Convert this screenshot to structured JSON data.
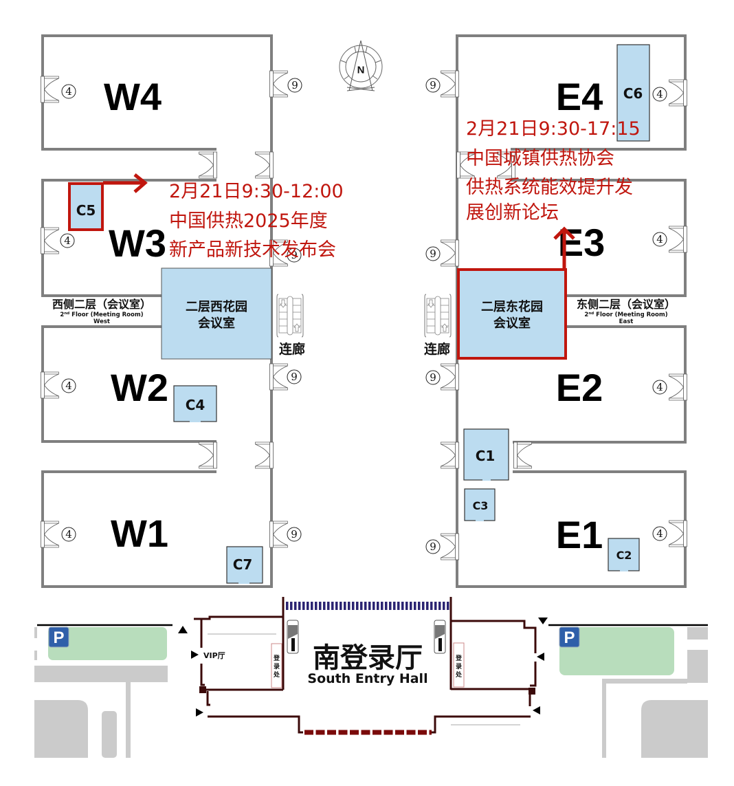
{
  "compass": {
    "label": "N"
  },
  "halls": {
    "west": [
      "W4",
      "W3",
      "W2",
      "W1"
    ],
    "east": [
      "E4",
      "E3",
      "E2",
      "E1"
    ]
  },
  "booths": {
    "C1": "C1",
    "C2": "C2",
    "C3": "C3",
    "C4": "C4",
    "C5": "C5",
    "C6": "C6",
    "C7": "C7"
  },
  "meeting_rooms": {
    "west": {
      "line1": "二层西花园",
      "line2": "会议室"
    },
    "east": {
      "line1": "二层东花园",
      "line2": "会议室"
    }
  },
  "floor_labels": {
    "west": {
      "cn": "西侧二层（会议室）",
      "en_num": "2",
      "en_sup": "nd",
      "en_rest": " Floor (Meeting Room)",
      "en_side": "West"
    },
    "east": {
      "cn": "东侧二层（会议室）",
      "en_num": "2",
      "en_sup": "nd",
      "en_rest": " Floor (Meeting Room)",
      "en_side": "East"
    }
  },
  "corridor_label": "连廊",
  "door_numbers": {
    "outer_side": "4",
    "inner_side": "9"
  },
  "events": [
    {
      "location": "C5",
      "lines": [
        "2月21日9:30-12:00",
        "中国供热2025年度",
        "新产品新技术发布会"
      ]
    },
    {
      "location": "二层东花园会议室",
      "lines": [
        "2月21日9:30-17:15",
        "中国城镇供热协会",
        "供热系统能效提升发",
        "展创新论坛"
      ]
    }
  ],
  "entry_hall": {
    "name_cn": "南登录厅",
    "name_en": "South Entry Hall",
    "vip_room": "VIP厅",
    "registration": "登录处"
  },
  "parking": {
    "label": "P"
  },
  "colors": {
    "wall": "#7f7f7f",
    "booth": "#bcdcf0",
    "highlight": "#c0160e",
    "entry_outline": "#3b0a0a",
    "parking_area": "#b8ddbc",
    "parking_sign": "#2f5fa9",
    "ground": "#cbcbcb"
  }
}
